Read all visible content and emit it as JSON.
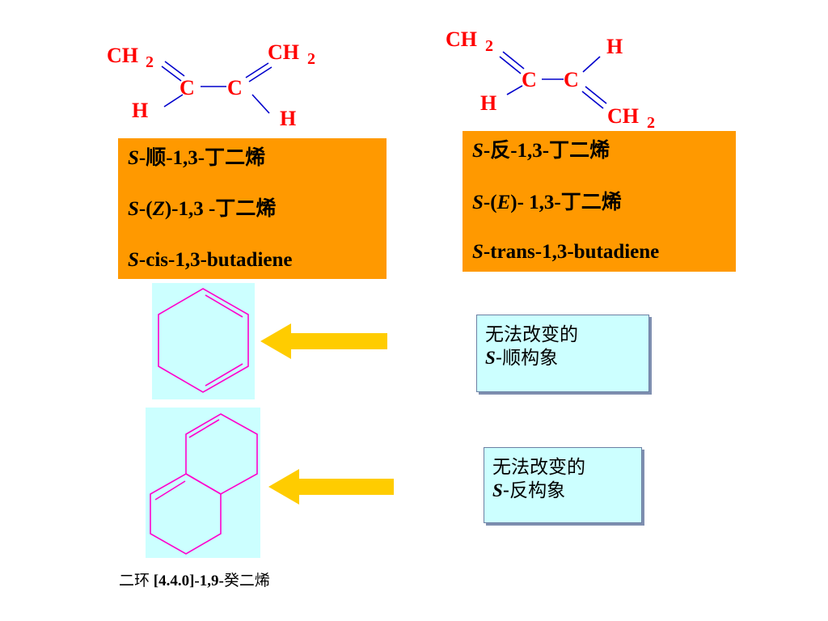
{
  "cis_structure": {
    "left_ch2": "CH",
    "right_ch2": "CH",
    "sub": "2",
    "c_left": "C",
    "c_right": "C",
    "h_left": "H",
    "h_right": "H"
  },
  "trans_structure": {
    "ch2_top": "CH",
    "ch2_bottom": "CH",
    "sub": "2",
    "c_left": "C",
    "c_right": "C",
    "h_left": "H",
    "h_top": "H"
  },
  "cis_box": {
    "s": "S",
    "line1": "-顺-1,3-丁二烯",
    "line2_pre": "-(",
    "line2_z": "Z",
    "line2_post": ")-1,3 -丁二烯",
    "line3": "-cis-1,3-butadiene"
  },
  "trans_box": {
    "s": "S",
    "line1": "-反-1,3-丁二烯",
    "line2_pre": "-(",
    "line2_e": "E",
    "line2_post": ")- 1,3-丁二烯",
    "line3": "-trans-1,3-butadiene"
  },
  "note_cis": {
    "line1": "无法改变的",
    "s": "S",
    "line2": "-顺构象"
  },
  "note_trans": {
    "line1": "无法改变的",
    "s": "S",
    "line2": "-反构象"
  },
  "caption": {
    "prefix": "二环 ",
    "bold": "[4.4.0]-1,9-",
    "suffix": "癸二烯"
  },
  "colors": {
    "atom": "#ff0000",
    "bond": "#0000cc",
    "box": "#ff9900",
    "panel": "#ccffff",
    "ring": "#ff00cc",
    "arrow": "#ffcc00"
  }
}
